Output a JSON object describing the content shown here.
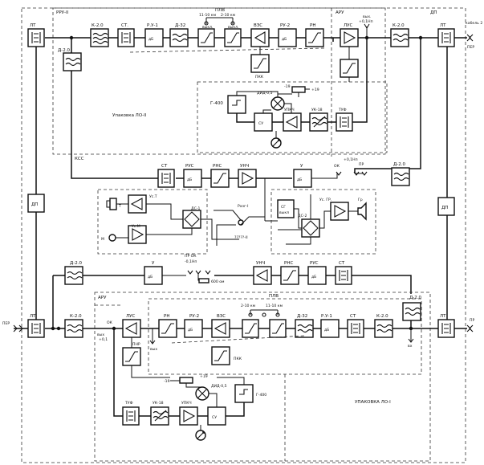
{
  "regions": {
    "rru2": "РРУ-II",
    "aru_top": "АРУ",
    "dp_top": "ДП",
    "upakovka2": "Упаковка ЛО-II",
    "kss": "КСС",
    "aru_bottom": "АРУ",
    "plv_top": "ПЛВ",
    "plv_bottom": "ПЛВ",
    "upakovka1": "УПАКОВКА ЛО-I"
  },
  "terminals": {
    "left_in": "ПЕР",
    "right_top": "кабель 2",
    "right_top_sub": "ПЕР",
    "right_bottom": "ПР",
    "top_meas": "вых.",
    "top_meas2": "+0,1Нп",
    "bot_meas": "вых",
    "bot_meas2": "+0,1",
    "bot_ok": "ОК",
    "mid_ok": "ОК",
    "mid_pr": "ПР",
    "mid_ok2": "ОК",
    "mid_pr2": "ПР",
    "mid_np": "+0,1Нп",
    "mid_np2": "-0,1Нп",
    "ohm": "600 ом",
    "vkh": "вх",
    "vykh": "вых"
  },
  "blocks": {
    "lt_tl": "ЛТ",
    "k20_t": "К-2.0",
    "st_t": "СТ.",
    "ru1_t": "Р.У-1",
    "d32_t": "Д-32",
    "vzs_t": "ВЗС",
    "ru2_t": "РУ-2",
    "rn_t": "РН",
    "lus_t": "ЛУС",
    "k20_tr": "К-2.0",
    "lt_tr": "ЛТ",
    "d20_t": "Д-2.0",
    "pkk_t": "ПКК",
    "g400_t": "Г-400",
    "did_t": "ДИД-0,5",
    "ukh_t": "УК-18",
    "upkch_t": "УПКЧ",
    "tuf_t": "ТУФ",
    "su_t": "СУ",
    "m19_t": "-19",
    "p19_t": "+19",
    "dp_left": "ДП",
    "dp_right": "ДП",
    "d20_r": "Д-2.0",
    "st_m": "СТ",
    "rus_m": "РУС",
    "rns_m": "РНС",
    "unch_m": "УНЧ",
    "u_m": "У",
    "ucht": "Ус.Т",
    "uchm": "Ус.М",
    "ds1": "ДС-1",
    "razv1": "Разг-I",
    "razv2": "?????-II",
    "sg": "СГ",
    "sg2": "выкл",
    "ds2": "ДС-2",
    "usgr": "Ус. ГР.",
    "gr": "Гр",
    "t_lbl": "Т",
    "m_lbl": "М",
    "d20_l": "Д-2.0",
    "u_l": "У",
    "unch_b": "УНЧ",
    "rns_b": "РНС",
    "rus_b": "РУС",
    "st_b": "СТ",
    "d20_br": "Д-2.0",
    "lt_bl": "ЛТ",
    "k20_b": "К-2.0",
    "lus_b": "ЛУС",
    "pnp_b": "ПНР",
    "rn_b": "РН",
    "ru2_b": "РУ-2",
    "vzs_b": "ВЗС",
    "d32_b": "Д-32",
    "ru1_b": "Р.У-1",
    "st_b2": "СТ",
    "k20_br": "К-2.0",
    "lt_br": "ЛТ",
    "pkk_b": "ПКК",
    "tuf_b": "ТУФ",
    "ukh_b": "УК-18",
    "upkch_b": "УПКЧ",
    "su_b": "СУ",
    "did_b": "ДИД-0,5",
    "g400_b": "Г-400",
    "m19_b": "-19",
    "p19_b": "+19",
    "db": "дБ",
    "km_t1": "11-10 км",
    "km_t2": "2-10 км",
    "vykl_t1": "выкл.",
    "vykl_t2": "выкл.",
    "km_b1": "2-10 км",
    "km_b2": "11-10 км",
    "pr_ok_m": "ПР ОК",
    "np_m": "-0,1Нп"
  }
}
